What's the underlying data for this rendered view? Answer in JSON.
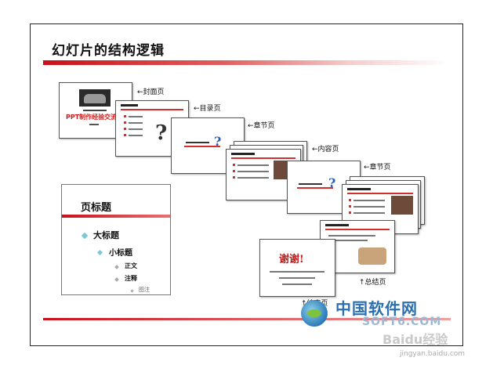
{
  "title": "幻灯片的结构逻辑",
  "labels": {
    "cover": "←封面页",
    "toc": "←目录页",
    "chapter1": "←章节页",
    "content": "←内容页",
    "chapter2": "←章节页",
    "summary": "↑总结页",
    "end": "↑结束页"
  },
  "cover_slide": {
    "title": "PPT制作经验交流"
  },
  "page_title_slide": {
    "title": "页标题",
    "level1": "大标题",
    "level2": "小标题",
    "level3": "正文",
    "level4": "注释",
    "level5": "图注"
  },
  "end_slide": {
    "text": "谢谢!"
  },
  "watermark": {
    "brand": "中国软件网",
    "domain": "SOFT6.COM",
    "baidu": "Baidu经验",
    "url": "jingyan.baidu.com"
  },
  "colors": {
    "accent_red": "#c8101a",
    "cyan_bullet": "#7cc8d8"
  }
}
